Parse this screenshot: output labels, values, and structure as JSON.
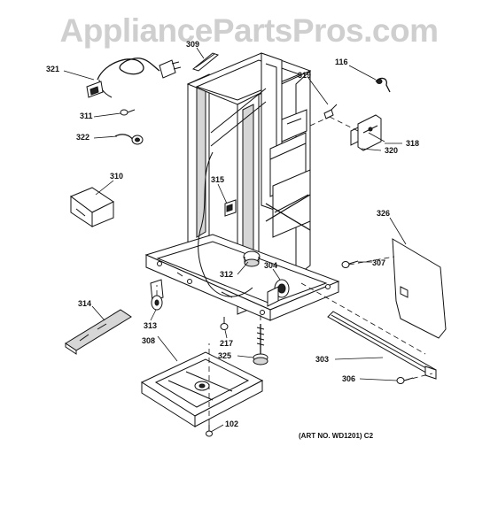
{
  "watermark": "AppliancePartsPros.com",
  "art_number": "(ART NO. WD1201) C2",
  "parts": [
    {
      "id": "part-309",
      "label": "309"
    },
    {
      "id": "part-321",
      "label": "321"
    },
    {
      "id": "part-319",
      "label": "319"
    },
    {
      "id": "part-116",
      "label": "116"
    },
    {
      "id": "part-311",
      "label": "311"
    },
    {
      "id": "part-322",
      "label": "322"
    },
    {
      "id": "part-318",
      "label": "318"
    },
    {
      "id": "part-320",
      "label": "320"
    },
    {
      "id": "part-310",
      "label": "310"
    },
    {
      "id": "part-315",
      "label": "315"
    },
    {
      "id": "part-326",
      "label": "326"
    },
    {
      "id": "part-307",
      "label": "307"
    },
    {
      "id": "part-304",
      "label": "304"
    },
    {
      "id": "part-312",
      "label": "312"
    },
    {
      "id": "part-314",
      "label": "314"
    },
    {
      "id": "part-313",
      "label": "313"
    },
    {
      "id": "part-217",
      "label": "217"
    },
    {
      "id": "part-308",
      "label": "308"
    },
    {
      "id": "part-325",
      "label": "325"
    },
    {
      "id": "part-303",
      "label": "303"
    },
    {
      "id": "part-306",
      "label": "306"
    },
    {
      "id": "part-102",
      "label": "102"
    }
  ]
}
